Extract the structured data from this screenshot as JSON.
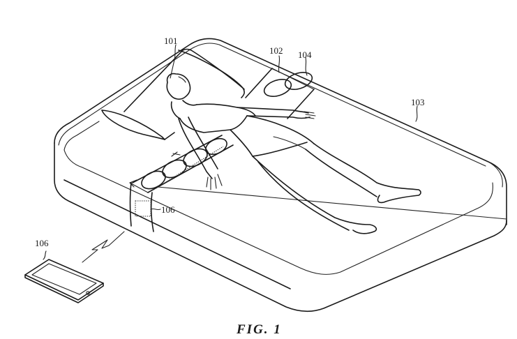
{
  "figure": {
    "caption": "FIG. 1",
    "description": "Patent drawing of a person lying on a smart mattress with sensor strip and wireless link to a phone"
  },
  "labels": {
    "person": "101",
    "sensor_strip": "102",
    "mattress": "103",
    "sensor_pad": "104",
    "controller": "106",
    "phone": "106"
  },
  "colors": {
    "line": "#1a1a1a",
    "background": "#ffffff"
  }
}
